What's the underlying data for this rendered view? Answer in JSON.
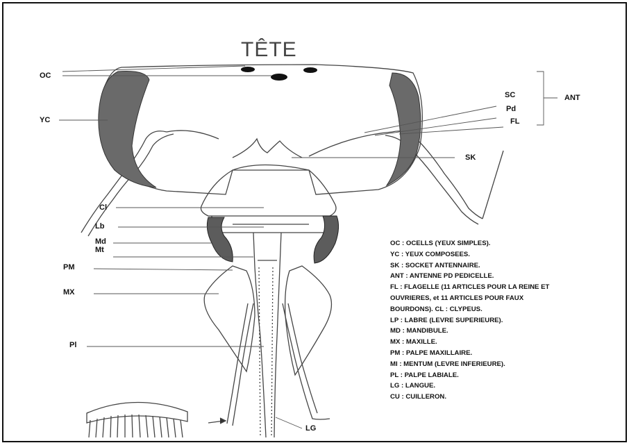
{
  "title": "TÊTE",
  "labels": {
    "oc": "OC",
    "yc": "YC",
    "sc": "SC",
    "pd": "Pd",
    "fl": "FL",
    "ant": "ANT",
    "sk": "SK",
    "cl": "Cl",
    "lb": "Lb",
    "md": "Md",
    "mt": "Mt",
    "pm": "PM",
    "mx": "MX",
    "pl": "Pl",
    "lg": "LG"
  },
  "legend": [
    "OC : OCELLS (YEUX SIMPLES).",
    "YC : YEUX COMPOSEES.",
    "SK : SOCKET ANTENNAIRE.",
    "ANT : ANTENNE PD PEDICELLE.",
    "FL : FLAGELLE (11  ARTICLES POUR LA REINE ET",
    "OUVRIERES, et 11 ARTICLES POUR FAUX",
    "BOURDONS). CL : CLYPEUS.",
    "LP : LABRE (LEVRE SUPERIEURE).",
    "MD : MANDIBULE.",
    "MX : MAXILLE.",
    "PM : PALPE MAXILLAIRE.",
    "MI : MENTUM (LEVRE INFERIEURE).",
    "PL : PALPE LABIALE.",
    "LG : LANGUE.",
    "CU : CUILLERON."
  ]
}
